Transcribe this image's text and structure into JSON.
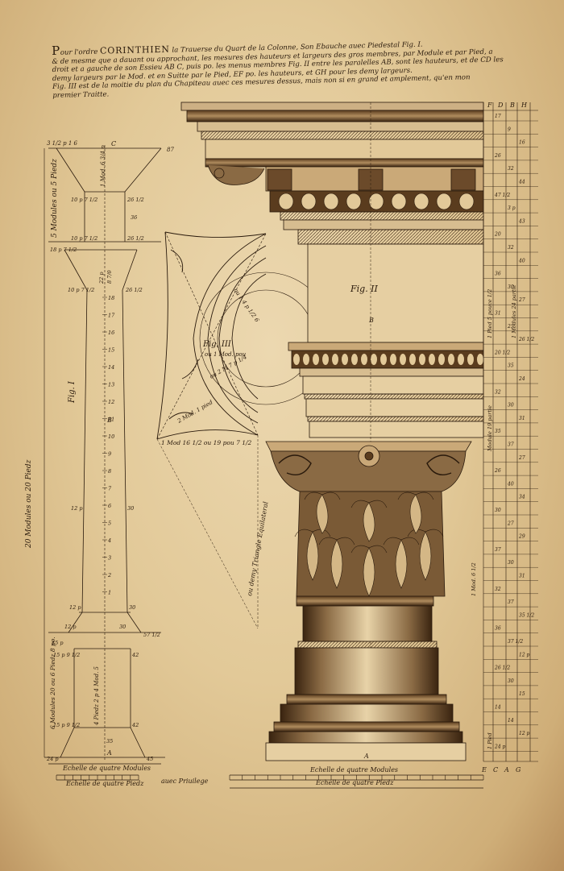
{
  "plate": {
    "title_lines": [
      {
        "initial": "P",
        "lead": "our l'ordre ",
        "caps": "CORINTHIEN",
        "rest": " la Trauerse du Quart de la Colonne, Son Ebauche auec Piedestal Fig. I."
      },
      {
        "text": "& de mesme que a dauant ou approchant, les mesures des hauteurs et largeurs des gros membres, par Module et par Pied, a"
      },
      {
        "text": "droit et a gauche de son Essieu AB C, puis po. les menus membres Fig. II entre les paralelles AB, sont les hauteurs, et de CD les"
      },
      {
        "text": "demy largeurs par le Mod. et en Suitte par le Pied, EF po. les hauteurs, et GH pour les demy largeurs."
      },
      {
        "text": "Fig. III est de la moitie du plan du Chapiteau auec ces mesures dessus, mais non si en grand et amplement, qu'en mon"
      },
      {
        "text": "premier Traitte."
      }
    ]
  },
  "fig1": {
    "fig_label": "Fig. I",
    "vertical_left": "20 Modules      ou      20 Piedz",
    "top_left": "3 1/2 p 1 6",
    "top_letter": "C",
    "top_right": "87",
    "entab_side": "5 Modules ou 5 Piedz",
    "entab_center": "1 Mod. 6 3/4 p",
    "entab_nums": [
      "10 p 7 1/2",
      "26 1/2",
      "36",
      "10 p 7 1/2",
      "26 1/2"
    ],
    "cap_nums": [
      "18 p 7 1/2",
      "22 p",
      "8 7/0"
    ],
    "shaft_left": [
      "10 p 7 1/2",
      "12 p",
      "12 p"
    ],
    "shaft_right": [
      "26 1/2",
      "30",
      "30"
    ],
    "shaft_ticks": [
      "18",
      "17",
      "16",
      "15",
      "14",
      "13",
      "12",
      "11",
      "10",
      "9",
      "8",
      "7",
      "6",
      "5",
      "4",
      "3",
      "2",
      "1"
    ],
    "b_label": "B",
    "base_nums": [
      "12 p",
      "15 p",
      "30",
      "57 1/2"
    ],
    "ped_side": "6 Modules 20 ou 6 Piedz 8 po.",
    "ped_center": "4 Piedz 2 p   4 Mod. 5",
    "ped_nums": [
      "15 p 9 1/2",
      "42",
      "15 p 9 1/2",
      "42",
      "35",
      "24 p",
      "45"
    ],
    "a_label": "A"
  },
  "fig2": {
    "label": "Fig. II",
    "b_label": "B",
    "a_label": "A"
  },
  "fig3": {
    "label": "Fig. III",
    "sub": "ou 1 Mod. pou",
    "arc1": "ou 1 4 p 1/2 6",
    "arc2": "ou 2 M 7 p 1/4",
    "arc3": "2 Mod. 1 pied",
    "bottom": "1 Mod 16 1/2 ou 19 pou 7 1/2",
    "triangle": "ou demy Triangle Equilateral"
  },
  "scales": {
    "left_modules": "Echelle de quatre Modules",
    "left_piedz": "Echelle de quatre Piedz",
    "privilege": "auec Priuilege",
    "right_modules": "Echelle de quatre Modules",
    "right_piedz": "Echelle de quatre Piedz"
  },
  "table": {
    "headers": [
      "F",
      "D",
      "B",
      "H"
    ],
    "bottom_letters": [
      "E",
      "C",
      "A",
      "G"
    ],
    "cells": [
      "17",
      "9",
      "16",
      "26",
      "32",
      "44",
      "47 1/2",
      "3 p",
      "43",
      "20",
      "32",
      "40",
      "36",
      "30",
      "27",
      "31",
      "25",
      "26 1/2",
      "20 1/2",
      "35",
      "24",
      "32",
      "30",
      "31",
      "35",
      "37",
      "27",
      "26",
      "40",
      "34",
      "30",
      "27",
      "29",
      "37",
      "30",
      "31",
      "32",
      "37",
      "35 1/2",
      "36",
      "37 1/2",
      "12 p",
      "26 1/2",
      "30",
      "15",
      "14",
      "14",
      "12 p",
      "24 p"
    ],
    "side_texts": [
      "1 Pied 5 pouce 1/2",
      "1 Modules 24 partie",
      "Module 19 partie",
      "1 Mod. 6 1/2",
      "1 Pied"
    ]
  },
  "colors": {
    "ink": "#2a1a0c",
    "paper": "#e6cfa2",
    "shade": "#6b4a2a"
  }
}
